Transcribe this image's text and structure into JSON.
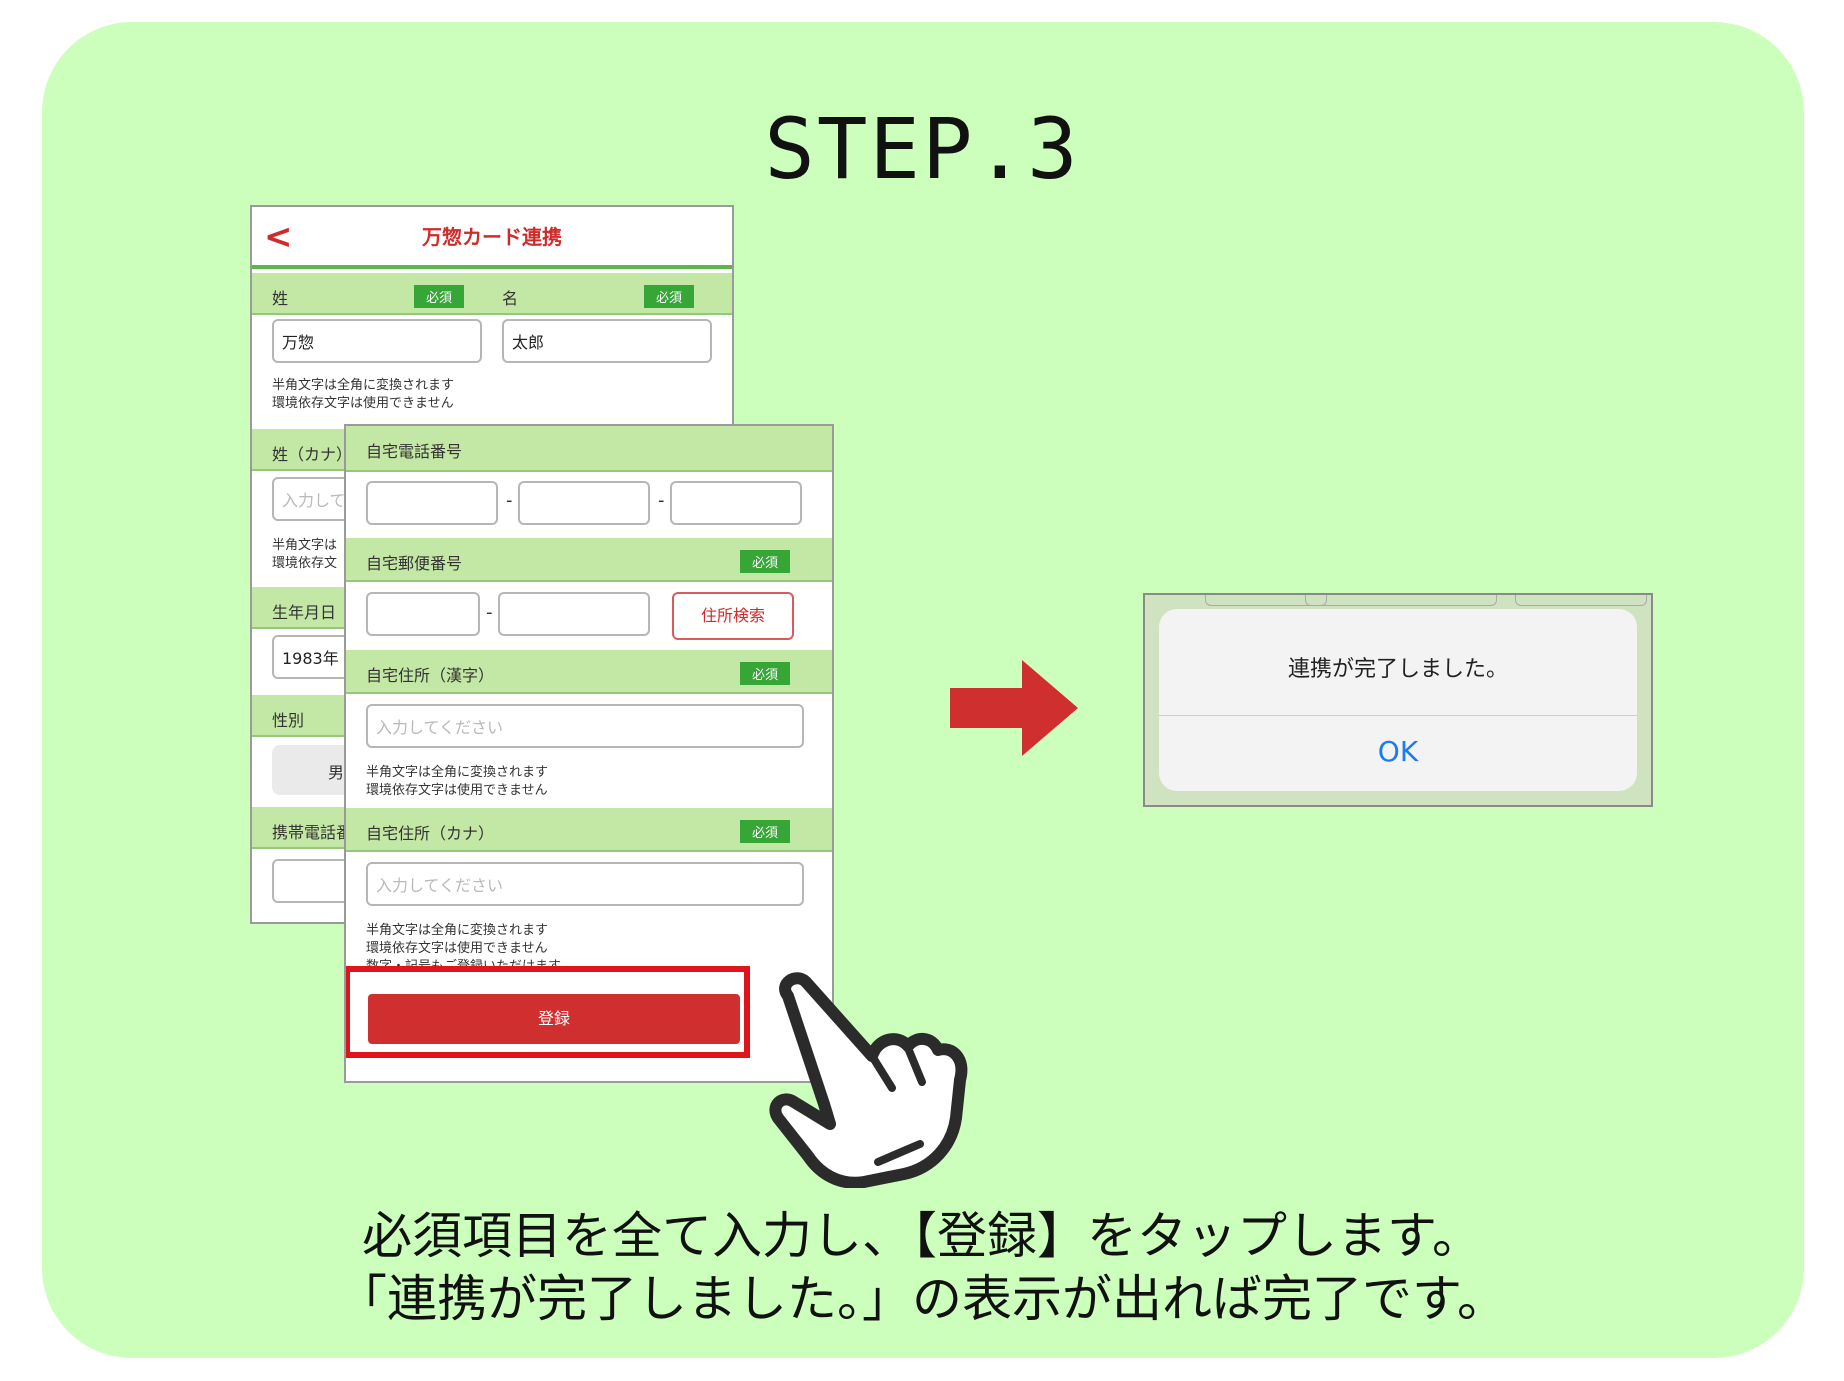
{
  "step_title": "STEP.3",
  "form_back": {
    "header_title": "万惣カード連携",
    "last_name_label": "姓",
    "first_name_label": "名",
    "required_badge": "必須",
    "last_name_value": "万惣",
    "first_name_value": "太郎",
    "hint_line1": "半角文字は全角に変換されます",
    "hint_line2": "環境依存文字は使用できません",
    "kana_label": "姓（カナ）",
    "kana_placeholder": "入力して",
    "hint_short1": "半角文字は",
    "hint_short2": "環境依存文",
    "birthday_label": "生年月日",
    "birthday_value": "1983年",
    "gender_label": "性別",
    "gender_option": "男",
    "mobile_label": "携帯電話番"
  },
  "form_front": {
    "home_phone_label": "自宅電話番号",
    "postal_label": "自宅郵便番号",
    "required_badge": "必須",
    "address_search": "住所検索",
    "address_kanji_label": "自宅住所（漢字）",
    "address_placeholder": "入力してください",
    "hint_line1": "半角文字は全角に変換されます",
    "hint_line2": "環境依存文字は使用できません",
    "address_kana_label": "自宅住所（カナ）",
    "hint_line3": "数字・記号もご登録いただけます",
    "register_button": "登録"
  },
  "alert": {
    "message": "連携が完了しました。",
    "ok_label": "OK"
  },
  "caption": {
    "line1": "必須項目を全て入力し、【登録】をタップします。",
    "line2": "「連携が完了しました。」の表示が出れば完了です。"
  },
  "colors": {
    "panel_bg": "#ccffbc",
    "accent_red": "#cf2f2f",
    "section_green": "#c3e7a4",
    "badge_green": "#36a636",
    "ios_blue": "#1a7bf2"
  },
  "icons": [
    "back-chevron-icon",
    "right-arrow-icon",
    "pointing-hand-icon"
  ]
}
